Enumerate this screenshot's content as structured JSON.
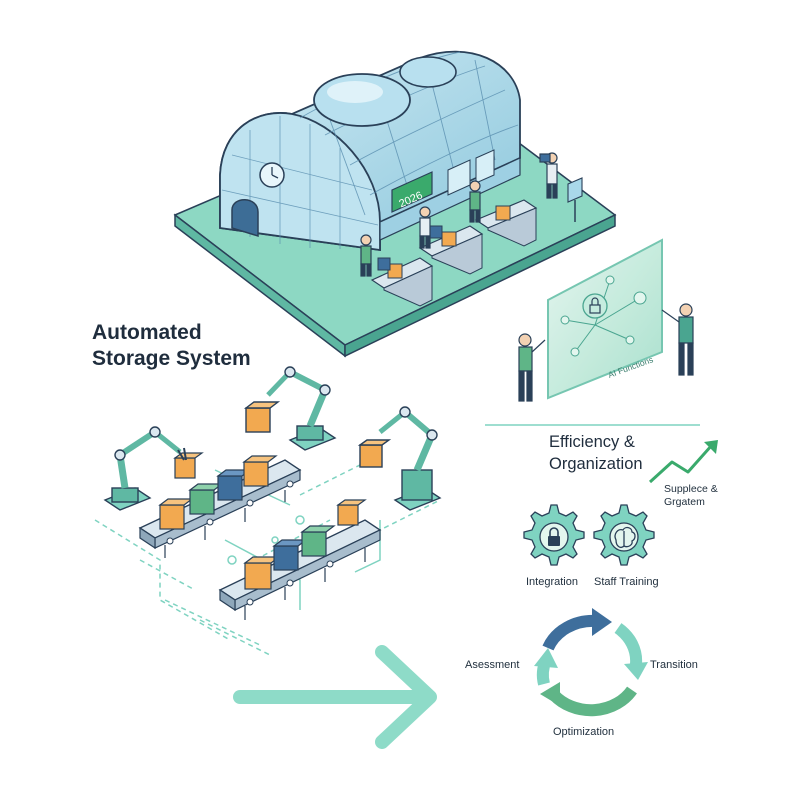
{
  "illustration": {
    "building_sign": "2026",
    "screen_label": "AI Functions",
    "title_line1": "Automated",
    "title_line2": "Storage System",
    "efficiency_line1": "Efficiency &",
    "efficiency_line2": "Organization",
    "supply_line1": "Supplece &",
    "supply_line2": "Grgatem",
    "gear_labels": [
      "Integration",
      "Staff Training"
    ],
    "cycle_labels": [
      "Asessment",
      "Transition",
      "Optimization"
    ]
  },
  "colors": {
    "accent_teal": "#7fd3c1",
    "dark_navy": "#2a4058",
    "green": "#3aaa6c",
    "box_orange": "#f2a950",
    "box_blue": "#3e6e9c",
    "box_green": "#5fb587",
    "glass_blue": "#a9d8ea",
    "floor_teal": "#8dd8c3"
  },
  "icons": [
    "clock-icon",
    "lock-icon",
    "brain-icon",
    "trend-arrow-icon",
    "cycle-arrows-icon",
    "right-arrow-icon"
  ]
}
